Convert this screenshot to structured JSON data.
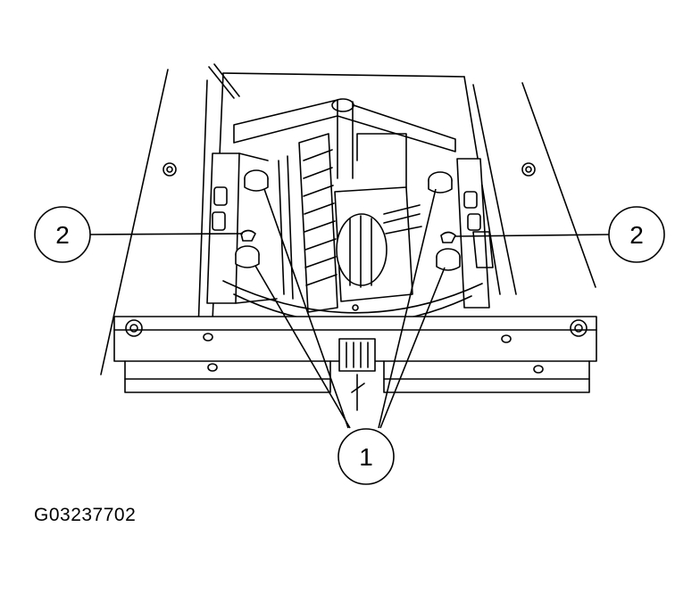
{
  "diagram": {
    "figure_code": "G03237702",
    "callouts": [
      {
        "id": "callout-1",
        "label": "1"
      },
      {
        "id": "callout-2-left",
        "label": "2"
      },
      {
        "id": "callout-2-right",
        "label": "2"
      }
    ]
  },
  "colors": {
    "line": "#000000",
    "background": "#ffffff",
    "part_fill": "#ffffff",
    "shade": "#d8d8d8"
  }
}
